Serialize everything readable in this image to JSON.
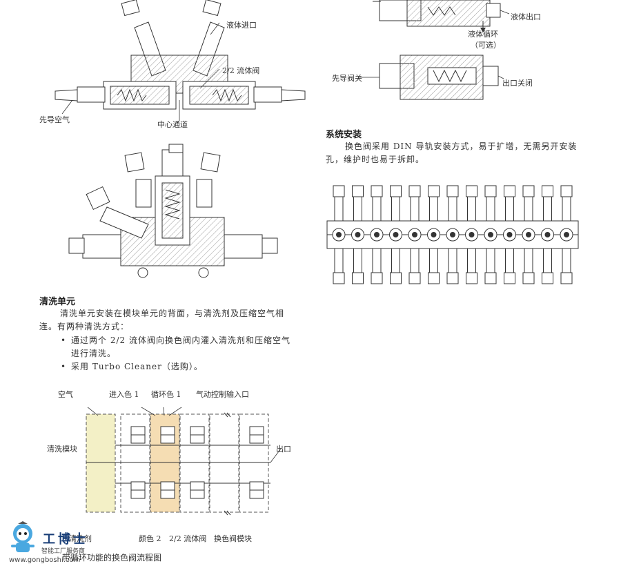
{
  "fig1": {
    "liquid_inlet": "液体进口",
    "valve_22": "2/2 流体阀",
    "pilot_air": "先导空气",
    "center_channel": "中心通道"
  },
  "fig_right_top": {
    "liquid_outlet": "液体出口",
    "liquid_circulation": "液体循环",
    "optional": "（可选）",
    "pilot_valve_closed": "先导阀关",
    "outlet_closed": "出口关闭"
  },
  "system_install": {
    "heading": "系统安装",
    "text": "换色阀采用 DIN 导轨安装方式，易于扩增，无需另开安装孔，维护时也易于拆卸。"
  },
  "cleaning": {
    "heading": "清洗单元",
    "para": "清洗单元安装在模块单元的背面，与清洗剂及压缩空气相连。有两种清洗方式：",
    "bullets": [
      "通过两个 2/2 流体阀向换色阀内灌入清洗剂和压缩空气进行清洗。",
      "采用 Turbo Cleaner（选购）。"
    ]
  },
  "flow_diagram": {
    "air": "空气",
    "inlet_color1": "进入色 1",
    "circ_color1": "循环色 1",
    "pneumatic_input": "气动控制输入口",
    "clean_module": "清洗模块",
    "outlet": "出口",
    "cleaner": "清洗剂",
    "color2": "颜色 2",
    "valve_22": "2/2 流体阀",
    "color_valve_module": "换色阀模块",
    "caption": "带循环功能的换色阀流程图"
  },
  "watermark": {
    "brand": "工博士",
    "tagline": "智能工厂服务商",
    "url": "www.gongboshi.com"
  },
  "colors": {
    "clean_module_fill": "#f3f0c6",
    "color_module_fill": "#f5ddb3",
    "line": "#333333",
    "hatch": "#888888"
  }
}
